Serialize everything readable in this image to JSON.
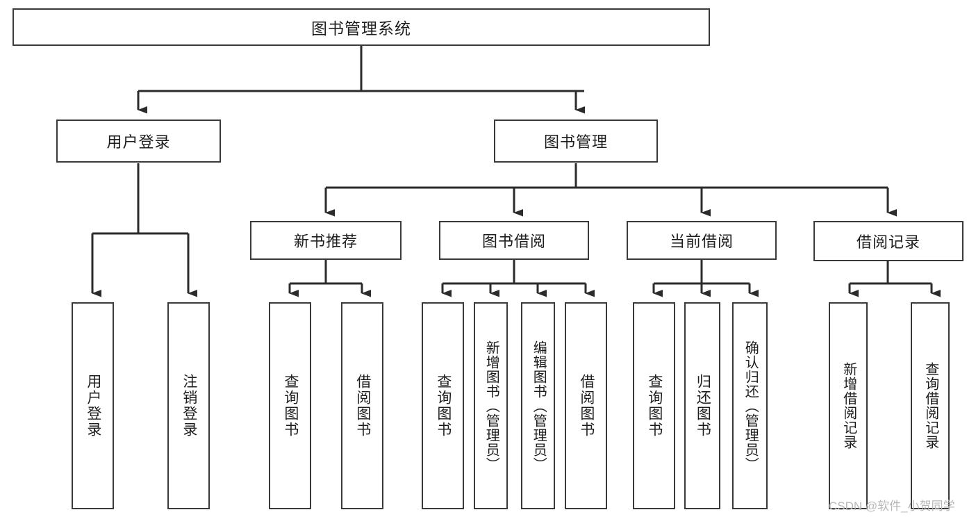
{
  "diagram": {
    "title": "图书管理系统",
    "type": "tree-hierarchy-functional-structure",
    "nodes": {
      "root": {
        "label": "图书管理系统"
      },
      "level2": [
        {
          "id": "user-login",
          "label": "用户登录"
        },
        {
          "id": "book-management",
          "label": "图书管理"
        }
      ],
      "level3": [
        {
          "id": "new-book-recommend",
          "label": "新书推荐"
        },
        {
          "id": "book-borrow",
          "label": "图书借阅"
        },
        {
          "id": "current-borrow",
          "label": "当前借阅"
        },
        {
          "id": "borrow-record",
          "label": "借阅记录"
        }
      ],
      "leaves": {
        "user-login": [
          {
            "id": "leaf-user-login",
            "label": "用户登录"
          },
          {
            "id": "leaf-logout-login",
            "label": "注销登录"
          }
        ],
        "new-book-recommend": [
          {
            "id": "leaf-query-book-1",
            "label": "查询图书"
          },
          {
            "id": "leaf-borrow-book-1",
            "label": "借阅图书"
          }
        ],
        "book-borrow": [
          {
            "id": "leaf-query-book-2",
            "label": "查询图书"
          },
          {
            "id": "leaf-add-book",
            "label": "新增图书（管理员）"
          },
          {
            "id": "leaf-edit-book",
            "label": "编辑图书（管理员）"
          },
          {
            "id": "leaf-borrow-book-2",
            "label": "借阅图书"
          }
        ],
        "current-borrow": [
          {
            "id": "leaf-query-book-3",
            "label": "查询图书"
          },
          {
            "id": "leaf-return-book",
            "label": "归还图书"
          },
          {
            "id": "leaf-confirm-return",
            "label": "确认归还（管理员）"
          }
        ],
        "borrow-record": [
          {
            "id": "leaf-add-record",
            "label": "新增借阅记录"
          },
          {
            "id": "leaf-query-record",
            "label": "查询借阅记录"
          }
        ]
      }
    },
    "colors": {
      "border": "#3a3a3a",
      "background": "#ffffff",
      "text": "#1d1d1d",
      "watermark": "#b8b8b8"
    }
  },
  "watermark": {
    "text": "CSDN @软件_小贺同学"
  }
}
